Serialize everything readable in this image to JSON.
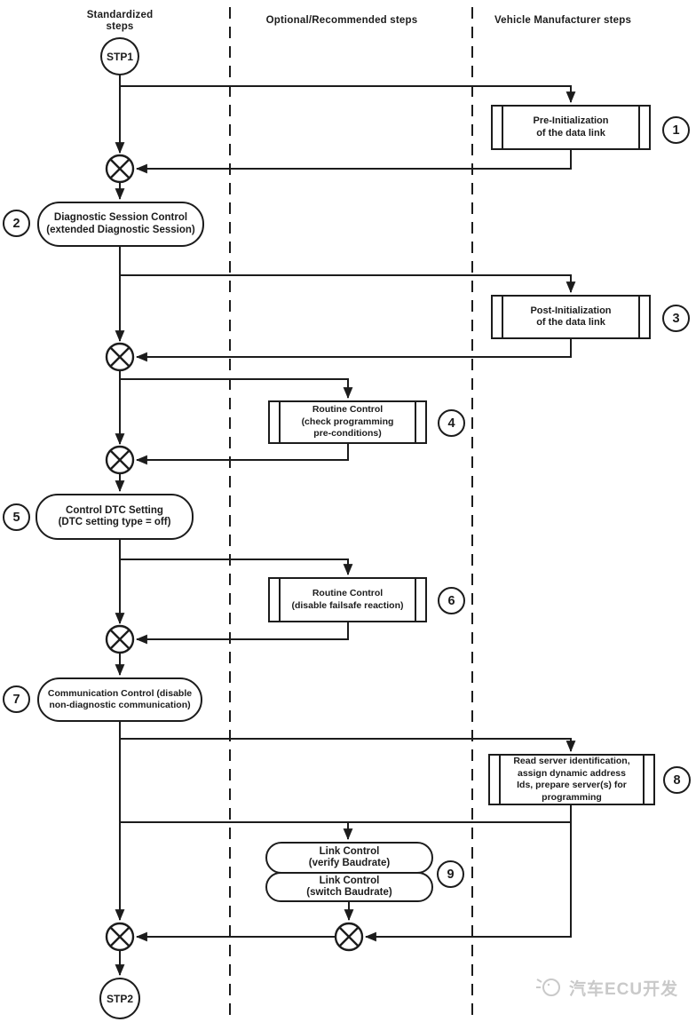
{
  "colors": {
    "line": "#1c1c1c",
    "background": "#ffffff",
    "watermark": "#c9c9c9"
  },
  "lane_headers": {
    "standardized": "Standardized\nsteps",
    "optional": "Optional/Recommended steps",
    "manufacturer": "Vehicle Manufacturer steps"
  },
  "terminators": {
    "start": "STP1",
    "end": "STP2"
  },
  "steps": {
    "s1": {
      "num": "1",
      "label": "Pre-Initialization\nof the data link"
    },
    "s2": {
      "num": "2",
      "label": "Diagnostic Session Control\n(extended Diagnostic Session)"
    },
    "s3": {
      "num": "3",
      "label": "Post-Initialization\nof the data link"
    },
    "s4": {
      "num": "4",
      "label": "Routine Control\n(check programming\npre-conditions)"
    },
    "s5": {
      "num": "5",
      "label": "Control DTC Setting\n(DTC setting type = off)"
    },
    "s6": {
      "num": "6",
      "label": "Routine Control\n(disable failsafe reaction)"
    },
    "s7": {
      "num": "7",
      "label": "Communication Control (disable\nnon-diagnostic communication)"
    },
    "s8": {
      "num": "8",
      "label": "Read server identification,\nassign dynamic address\nIds, prepare server(s) for\nprogramming"
    },
    "s9": {
      "num": "9",
      "label_top": "Link Control\n(verify Baudrate)",
      "label_bottom": "Link Control\n(switch Baudrate)"
    }
  },
  "icons": {
    "watermark_logo": "sketch-circle-logo"
  },
  "watermark": {
    "text": "汽车ECU开发"
  }
}
